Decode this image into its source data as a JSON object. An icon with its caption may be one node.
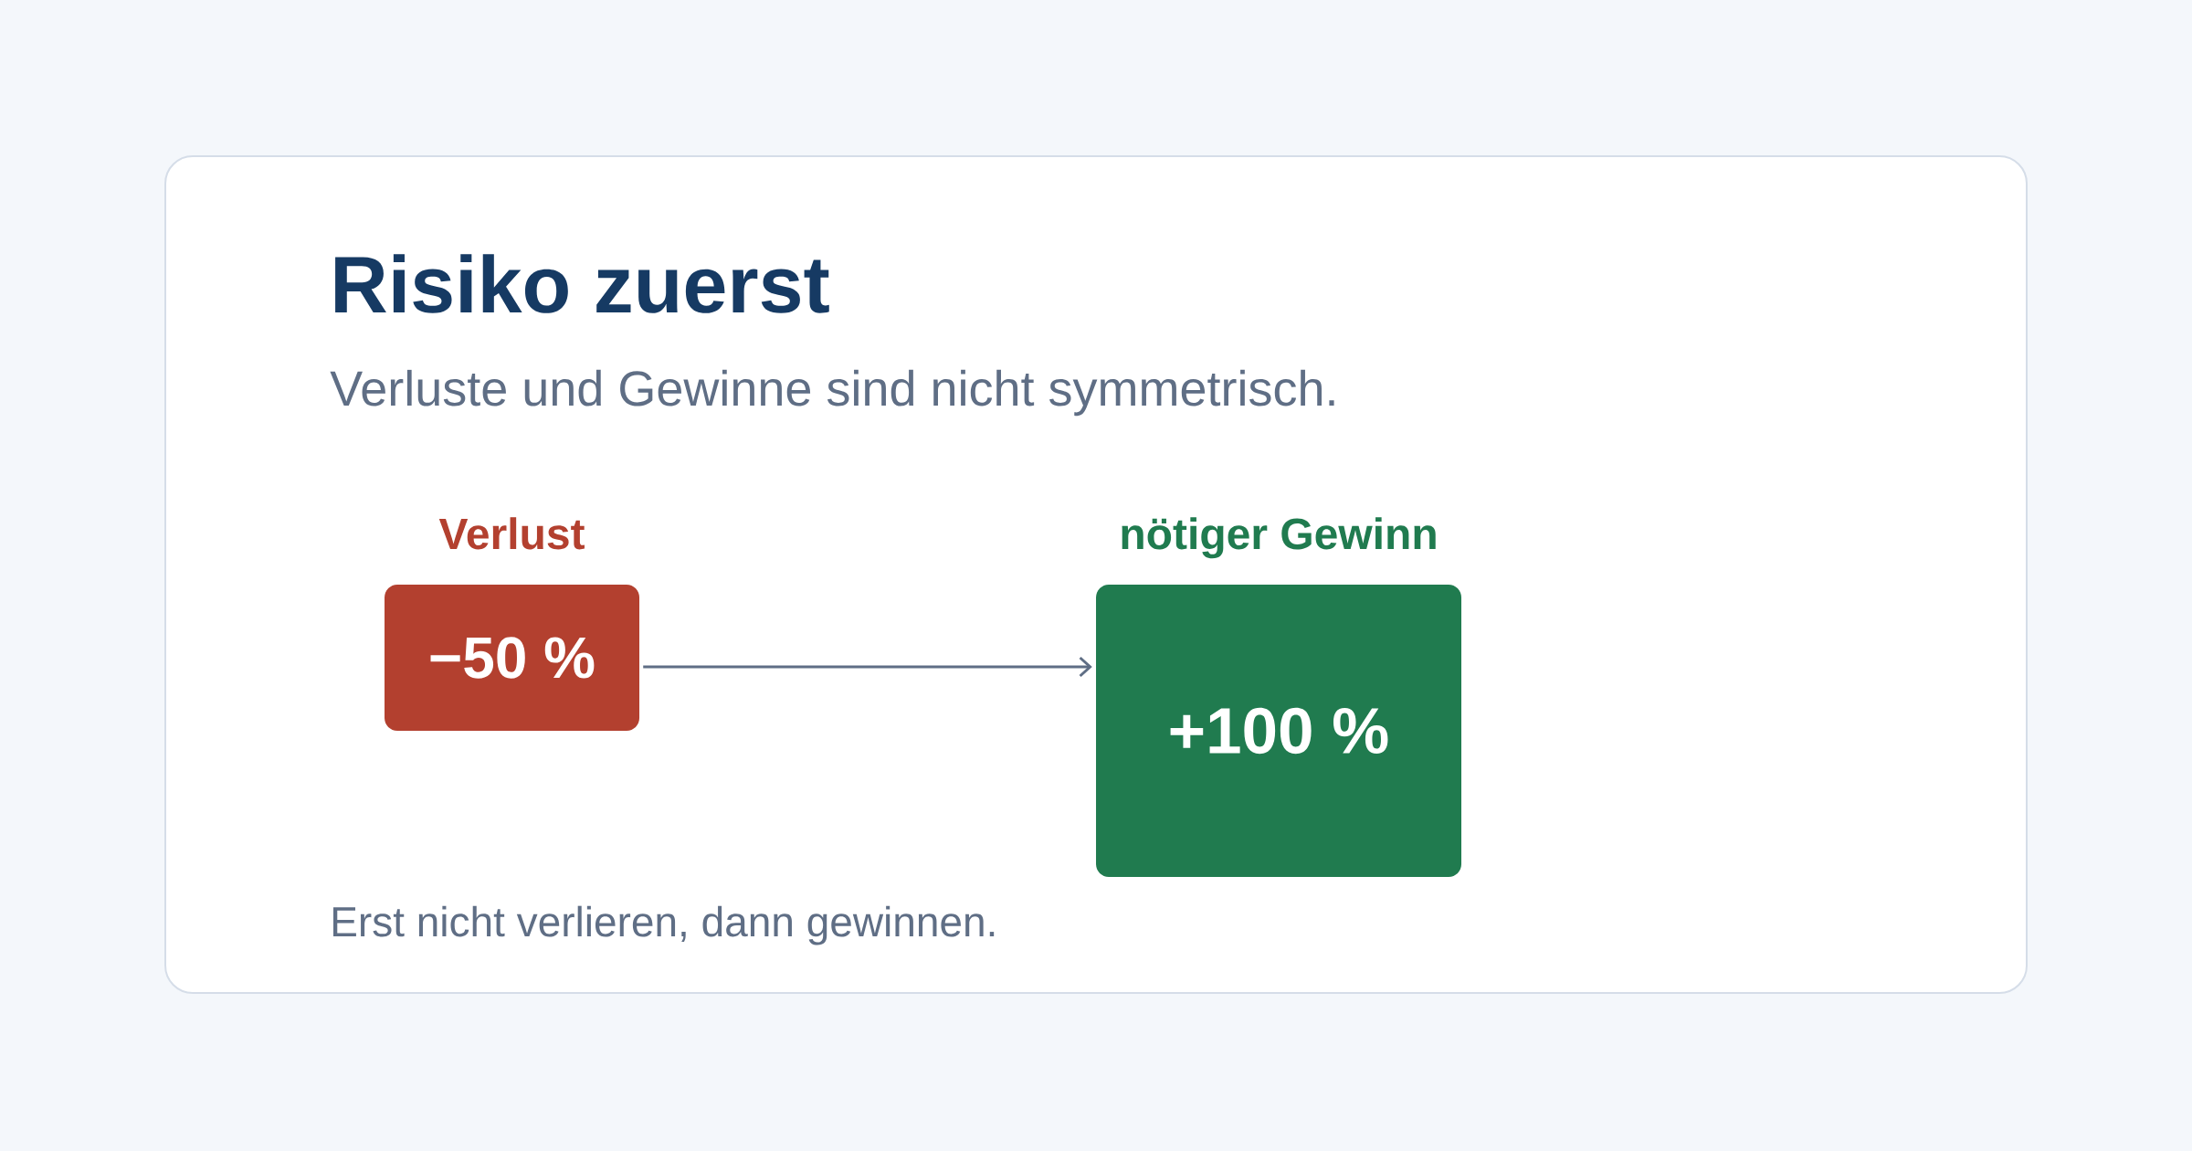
{
  "diagram": {
    "title": "Risiko zuerst",
    "nodes": [
      {
        "text": [
          "Verlust",
          "−50 %"
        ]
      },
      {
        "text": [
          "nötiger Gewinn",
          "+100 %"
        ]
      }
    ],
    "edges": [
      {
        "from": 0,
        "to": 1,
        "arrow": "to"
      }
    ],
    "labels": [
      "Verluste und Gewinne sind nicht symmetrisch.",
      "Erst nicht verlieren, dann gewinnen."
    ]
  }
}
